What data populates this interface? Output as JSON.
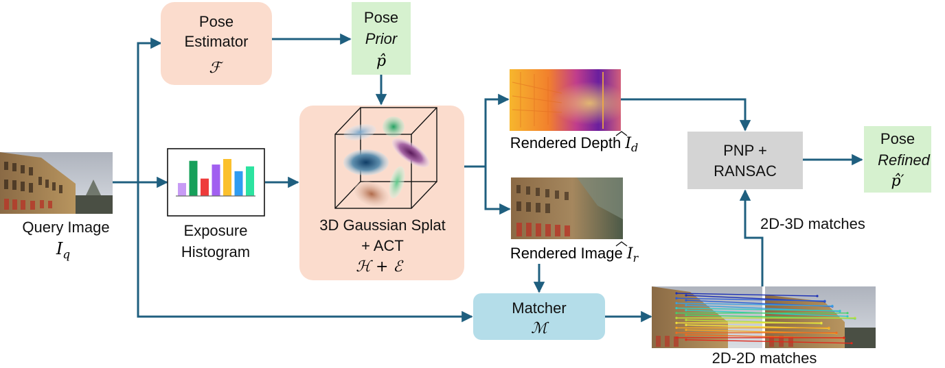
{
  "colors": {
    "arrow": "#1f5f7f",
    "peach_box": "#fbdccd",
    "green_box": "#d6f1cf",
    "gray_box": "#d4d4d4",
    "blue_box": "#b4dde9"
  },
  "nodes": {
    "query_image": {
      "label": "Query Image",
      "symbol": "I",
      "subscript": "q"
    },
    "exposure_histogram": {
      "line1": "Exposure",
      "line2": "Histogram"
    },
    "pose_estimator": {
      "line1": "Pose",
      "line2": "Estimator",
      "symbol": "ℱ"
    },
    "pose_prior": {
      "line1": "Pose",
      "line2": "Prior",
      "symbol": "p̂"
    },
    "gaussian_splat": {
      "line1": "3D Gaussian Splat",
      "line2": "+ ACT",
      "symbol": "ℋ + ℰ"
    },
    "rendered_depth": {
      "label": "Rendered Depth",
      "symbol": "I",
      "subscript": "d"
    },
    "rendered_image": {
      "label": "Rendered Image",
      "symbol": "I",
      "subscript": "r"
    },
    "matcher": {
      "line1": "Matcher",
      "symbol": "ℳ"
    },
    "pnp": {
      "line1": "PNP +",
      "line2": "RANSAC"
    },
    "pose_refined": {
      "line1": "Pose",
      "line2": "Refined",
      "symbol": "p̂′"
    },
    "matches_2d2d": {
      "label": "2D-2D matches"
    },
    "matches_2d3d": {
      "label": "2D-3D matches"
    }
  },
  "histogram_bars": [
    {
      "value": 0.35,
      "color": "#c79bf5"
    },
    {
      "value": 0.95,
      "color": "#16a05a"
    },
    {
      "value": 0.47,
      "color": "#ee3b3b"
    },
    {
      "value": 0.85,
      "color": "#a15ff0"
    },
    {
      "value": 1.0,
      "color": "#fbc02d"
    },
    {
      "value": 0.67,
      "color": "#2f9cf0"
    },
    {
      "value": 0.8,
      "color": "#2ce3a0"
    }
  ],
  "match_line_colors": [
    "#1b2fb5",
    "#2a5bd6",
    "#3aa0e0",
    "#33c9c2",
    "#43d36a",
    "#b9e03a",
    "#f6e43a",
    "#f5a623",
    "#ef6b1f",
    "#e0281b"
  ]
}
